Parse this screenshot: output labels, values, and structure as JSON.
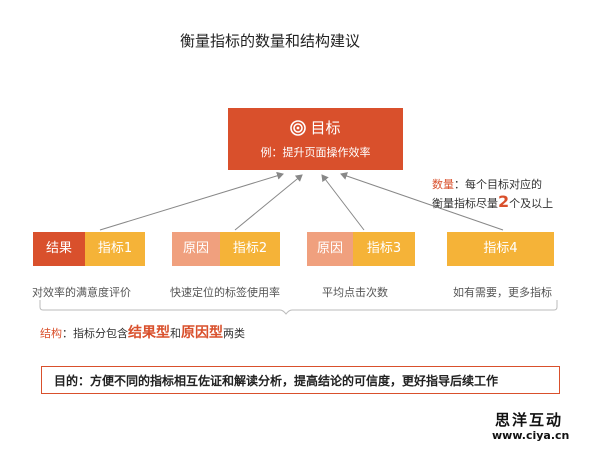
{
  "title": "衡量指标的数量和结构建议",
  "goal": {
    "title": "目标",
    "example": "例：提升页面操作效率",
    "icon": "target-icon"
  },
  "metric_groups": [
    {
      "left_label": "结果",
      "right_label": "指标1",
      "caption": "对效率的满意度评价"
    },
    {
      "left_label": "原因",
      "right_label": "指标2",
      "caption": "快速定位的标签使用率"
    },
    {
      "left_label": "原因",
      "right_label": "指标3",
      "caption": "平均点击次数"
    },
    {
      "left_label": "",
      "right_label": "指标4",
      "caption": "如有需要，更多指标"
    }
  ],
  "quantity_note": {
    "label": "数量",
    "line1": "：每个目标对应的",
    "line2_prefix": "衡量指标尽量",
    "number": "2",
    "line2_suffix": "个及以上"
  },
  "structure_note": {
    "label": "结构",
    "prefix": "：指标分包含",
    "type1": "结果型",
    "conj": "和",
    "type2": "原因型",
    "suffix": "两类"
  },
  "purpose": "目的：方便不同的指标相互佐证和解读分析，提高结论的可信度，更好指导后续工作",
  "brand": {
    "name": "思洋互动",
    "url": "www.ciya.cn"
  },
  "colors": {
    "accent_red": "#d9502c",
    "light_orange": "#f0a07e",
    "yellow": "#f5b338",
    "arrow_gray": "#888888"
  }
}
